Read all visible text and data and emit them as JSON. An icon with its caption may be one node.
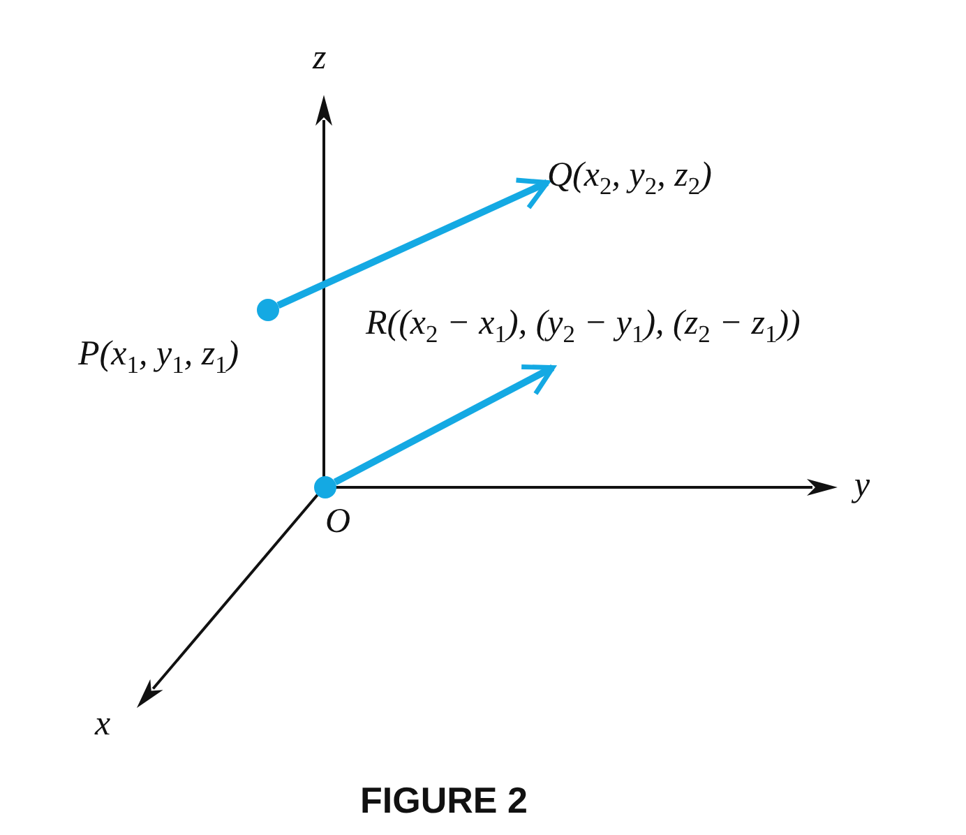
{
  "diagram": {
    "caption": "FIGURE 2",
    "nodes": [
      {
        "text": [],
        "shape": "circle",
        "beside": [
          "P(x$_{1}$, y$_{1}$, z$_{1}$)"
        ]
      },
      {
        "text": [
          "Q(x$_{2}$, y$_{2}$, z$_{2}$)"
        ]
      },
      {
        "text": [],
        "shape": "circle",
        "beside": [
          "O"
        ]
      },
      {
        "text": [
          "R((x$_{2}$ − x$_{1}$), (y$_{2}$ − y$_{1}$), (z$_{2}$ − z$_{1}$))"
        ]
      }
    ],
    "edges": [
      {
        "from": 0,
        "to": 1,
        "arrow": "to"
      },
      {
        "from": 2,
        "to": 3,
        "arrow": "to"
      }
    ],
    "labels": [
      "z",
      "y",
      "x"
    ]
  }
}
